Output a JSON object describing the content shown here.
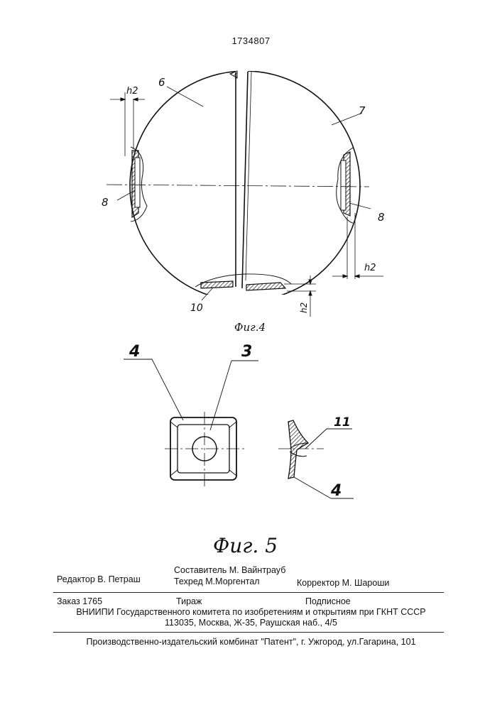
{
  "patent_number": "1734807",
  "fig4": {
    "caption": "Фиг.4",
    "labels": {
      "part6": "6",
      "part7": "7",
      "part8_left": "8",
      "part8_right": "8",
      "part10": "10",
      "h2_left": "h2",
      "h2_right": "h2",
      "h2_bottom": "h2"
    }
  },
  "fig5": {
    "caption": "Фиг. 5",
    "labels": {
      "part4_top": "4",
      "part3": "3",
      "part11": "11",
      "part4_bottom": "4"
    }
  },
  "colophon": {
    "editor": "Редактор  В. Петраш",
    "compiler": "Составитель  М. Вайнтрауб",
    "techred": "Техред М.Моргентал",
    "corrector": "Корректор  М. Шароши",
    "order": "Заказ 1765",
    "circulation": "Тираж",
    "subscription": "Подписное",
    "org_line": "ВНИИПИ Государственного комитета по изобретениям и открытиям при ГКНТ СССР",
    "address_line": "113035, Москва, Ж-35, Раушская наб., 4/5",
    "publisher_line": "Производственно-издательский комбинат \"Патент\", г. Ужгород, ул.Гагарина, 101"
  }
}
